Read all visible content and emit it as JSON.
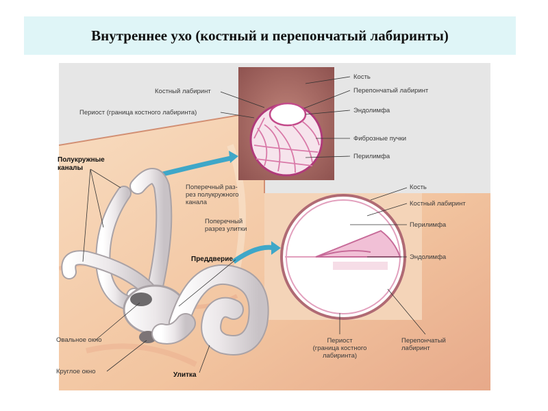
{
  "title": "Внутреннее ухо (костный и перепончатый лабиринты)",
  "labels": {
    "kost_top": "Кость",
    "kostny_labirint_top": "Костный лабиринт",
    "pereponchaty_top": "Перепончатый лабиринт",
    "periost_top": "Периост (граница костного лабиринта)",
    "endolimfa_top": "Эндолимфа",
    "fibroznye": "Фиброзные пучки",
    "perilimfa_top": "Перилимфа",
    "polukruzhnye_1": "Полукружные",
    "polukruzhnye_2": "каналы",
    "poperechny_kanal_1": "Поперечный раз-",
    "poperechny_kanal_2": "рез полукружного",
    "poperechny_kanal_3": "канала",
    "poperechny_ulitka_1": "Поперечный",
    "poperechny_ulitka_2": "разрез улитки",
    "kost_bottom": "Кость",
    "kostny_labirint_bottom": "Костный лабиринт",
    "perilimfa_bottom": "Перилимфа",
    "endolimfa_bottom": "Эндолимфа",
    "predverie": "Преддверие",
    "ovalnoe": "Овальное окно",
    "krugloe": "Круглое окно",
    "ulitka": "Улитка",
    "periost_bottom_1": "Периост",
    "periost_bottom_2": "(граница костного",
    "periost_bottom_3": "лабиринта)",
    "pereponchaty_bottom_1": "Перепончатый",
    "pereponchaty_bottom_2": "лабиринт"
  },
  "colors": {
    "title_bg": "#dff5f7",
    "bone": "#f3c9a3",
    "bone_dark": "#d98e6e",
    "canal": "#ece8ea",
    "membrane": "#e9a6c8",
    "cross_section_bg": "#9a5f58"
  }
}
